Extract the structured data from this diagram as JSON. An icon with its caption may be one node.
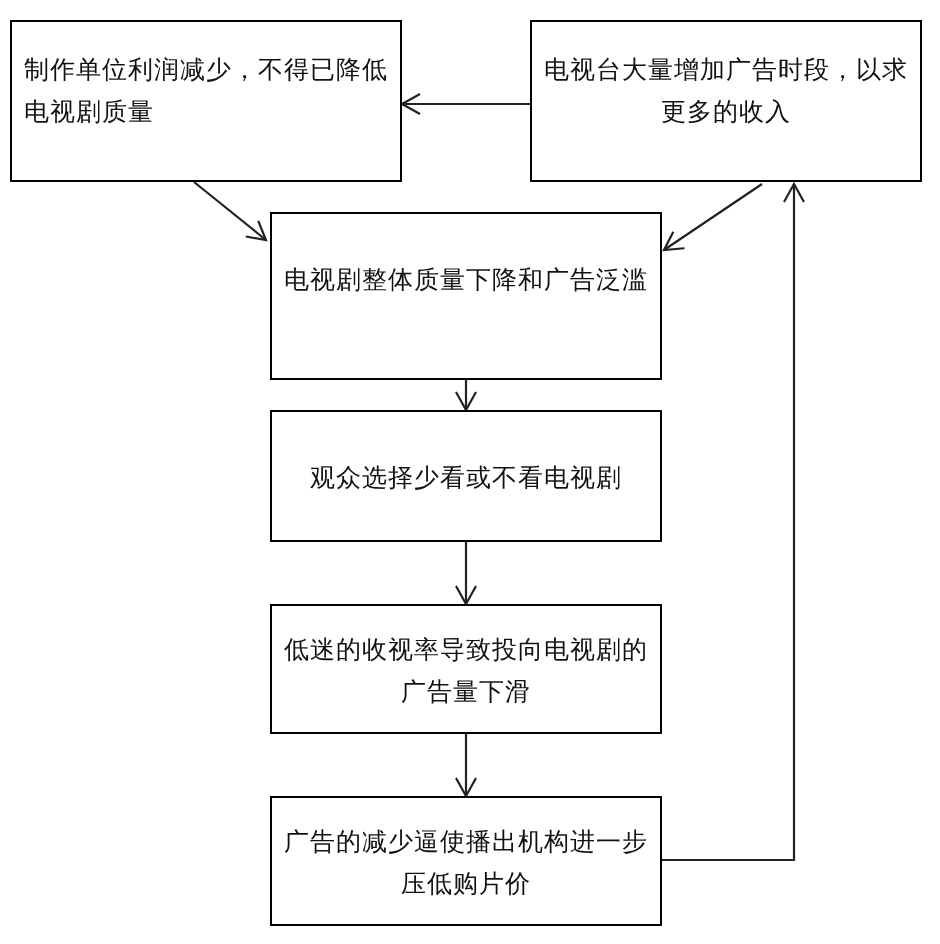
{
  "diagram": {
    "nodes": [
      {
        "text": [
          "制作单位利润减少，不得已降低电视剧质量"
        ]
      },
      {
        "text": [
          "电视台大量增加广告时段，以求更多的收入"
        ]
      },
      {
        "text": [
          "电视剧整体质量下降和广告泛滥"
        ]
      },
      {
        "text": [
          "观众选择少看或不看电视剧"
        ]
      },
      {
        "text": [
          "低迷的收视率导致投向电视剧的广告量下滑"
        ]
      },
      {
        "text": [
          "广告的减少逼使播出机构进一步压低购片价"
        ]
      }
    ],
    "edges": [
      {
        "from": 1,
        "to": 0,
        "arrow": "to"
      },
      {
        "from": 0,
        "to": 2,
        "arrow": "to"
      },
      {
        "from": 1,
        "to": 2,
        "arrow": "to"
      },
      {
        "from": 2,
        "to": 3,
        "arrow": "to"
      },
      {
        "from": 3,
        "to": 4,
        "arrow": "to"
      },
      {
        "from": 4,
        "to": 5,
        "arrow": "to"
      },
      {
        "from": 5,
        "to": 1,
        "arrow": "to"
      }
    ]
  }
}
